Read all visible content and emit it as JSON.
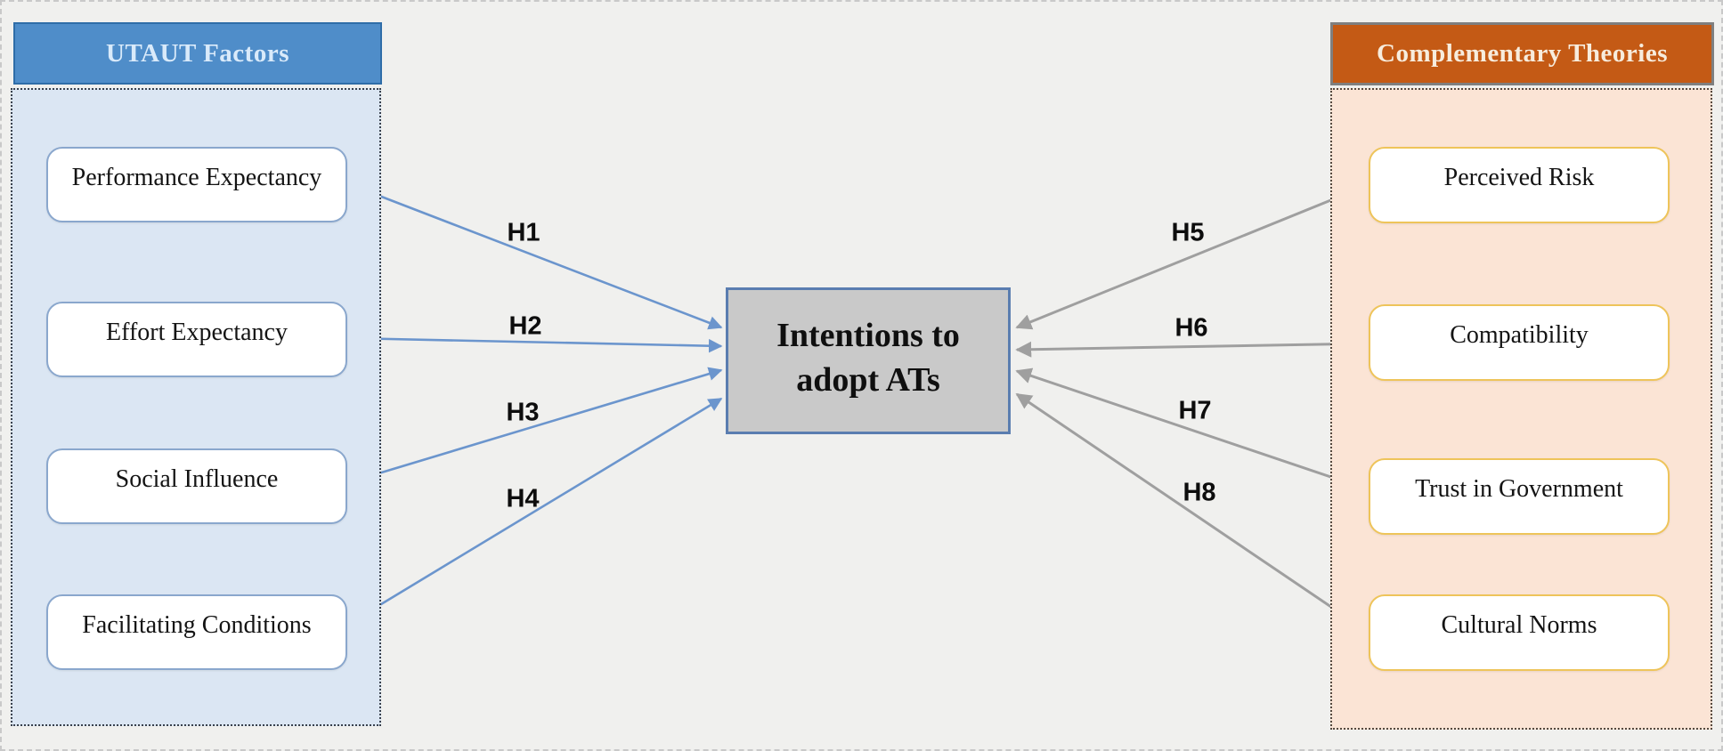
{
  "diagram": {
    "left_group": {
      "title": "UTAUT Factors",
      "items": [
        "Performance Expectancy",
        "Effort Expectancy",
        "Social Influence",
        "Facilitating Conditions"
      ]
    },
    "right_group": {
      "title": "Complementary Theories",
      "items": [
        "Perceived Risk",
        "Compatibility",
        "Trust in Government",
        "Cultural Norms"
      ]
    },
    "center_node": {
      "line1": "Intentions to",
      "line2": "adopt ATs"
    },
    "hypotheses_left": [
      "H1",
      "H2",
      "H3",
      "H4"
    ],
    "hypotheses_right": [
      "H5",
      "H6",
      "H7",
      "H8"
    ],
    "colors": {
      "left_header_bg": "#4f8dc9",
      "left_header_border": "#2f6da8",
      "left_panel_bg": "#dbe6f3",
      "left_node_border": "#8aa7cd",
      "blue_arrow": "#6b95cd",
      "right_header_bg": "#c45a15",
      "right_header_border": "#7f7f7f",
      "right_panel_bg": "#fbe4d5",
      "right_node_border": "#eec45a",
      "gray_arrow": "#9f9f9f",
      "center_bg": "#c9c9c9",
      "center_border": "#5a7db0",
      "canvas_bg": "#f0f0ee"
    }
  }
}
